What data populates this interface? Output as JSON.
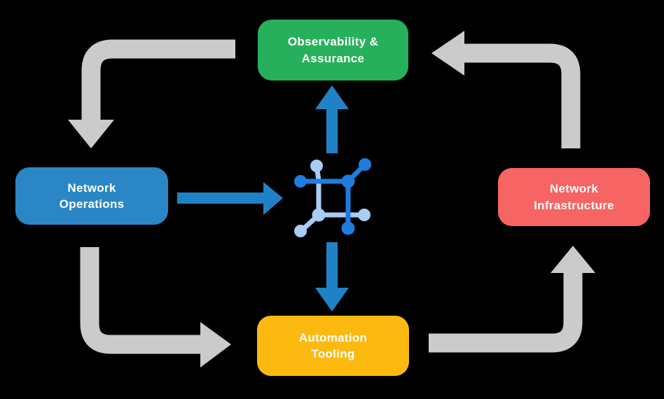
{
  "background": "#000000",
  "nodes": {
    "observability": {
      "label": "Observability &\nAssurance",
      "color": "#27b05c",
      "text_color": "#ffffff"
    },
    "operations": {
      "label": "Network\nOperations",
      "color": "#2b86c6",
      "text_color": "#ffffff"
    },
    "infrastructure": {
      "label": "Network\nInfrastructure",
      "color": "#f76464",
      "text_color": "#ffffff"
    },
    "automation": {
      "label": "Automation\nTooling",
      "color": "#fcba10",
      "text_color": "#ffffff"
    }
  },
  "center_icon": {
    "name": "network-mesh-icon",
    "primary_color": "#1f7ce0",
    "secondary_color": "#a9ccf3"
  },
  "arrows": {
    "blue_color": "#2082c6",
    "gray_color": "#cbcbcb",
    "blue_flows": [
      {
        "from": "Network Operations",
        "to": "center-icon",
        "direction": "right"
      },
      {
        "from": "center-icon",
        "to": "Observability & Assurance",
        "direction": "up"
      },
      {
        "from": "center-icon",
        "to": "Automation Tooling",
        "direction": "down"
      }
    ],
    "gray_cycle": [
      {
        "from": "Observability & Assurance",
        "to": "Network Operations"
      },
      {
        "from": "Network Operations",
        "to": "Automation Tooling"
      },
      {
        "from": "Automation Tooling",
        "to": "Network Infrastructure"
      },
      {
        "from": "Network Infrastructure",
        "to": "Observability & Assurance"
      }
    ]
  }
}
